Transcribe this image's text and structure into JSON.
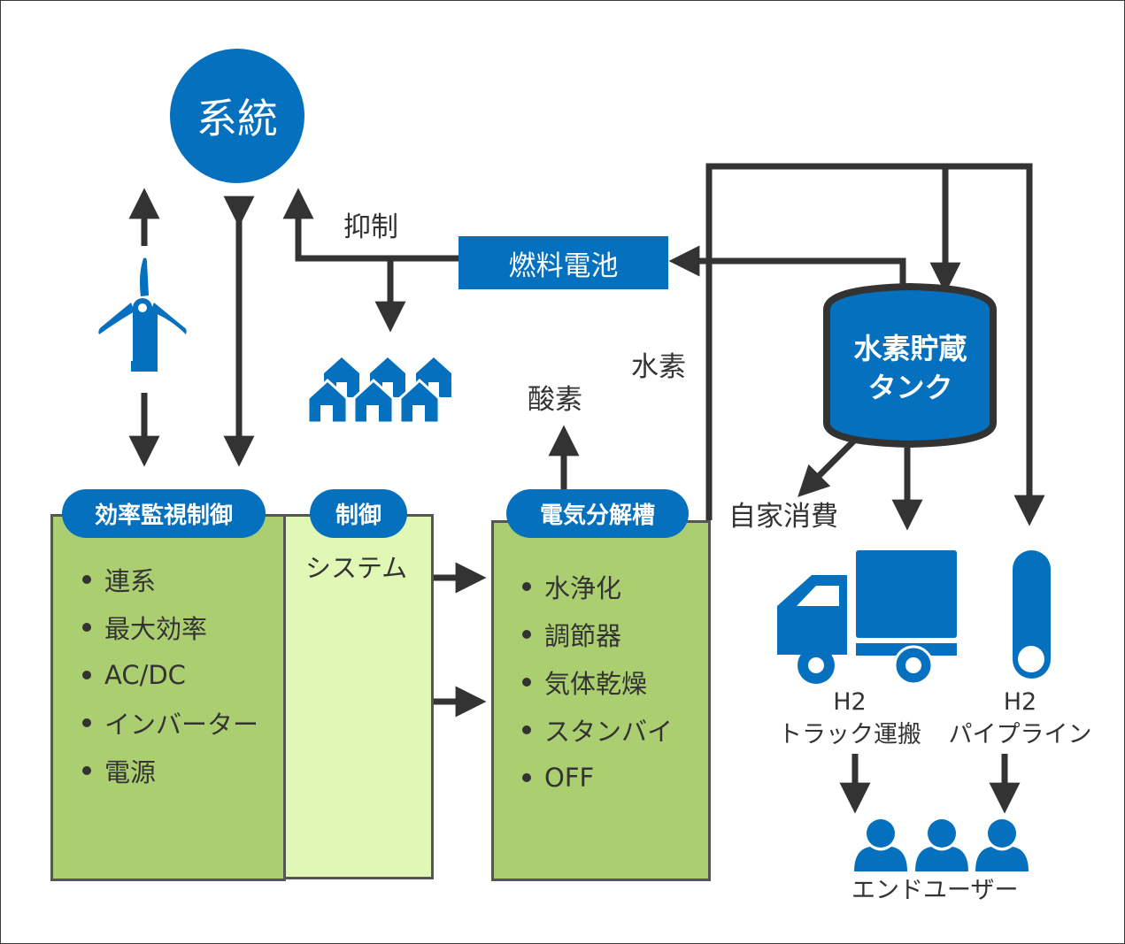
{
  "colors": {
    "accent_blue": "#0570be",
    "wire": "#333333",
    "panel_green": "#abcf70",
    "panel_light_green": "#e1f7b5",
    "text": "#333333"
  },
  "nodes": {
    "grid": {
      "label": "系統",
      "icon": "circle"
    },
    "curtailment": {
      "label": "抑制"
    },
    "fuel_cell": {
      "label": "燃料電池"
    },
    "hydrogen_flow": {
      "label": "水素"
    },
    "oxygen": {
      "label": "酸素"
    },
    "storage_tank": {
      "label_line1": "水素貯蔵",
      "label_line2": "タンク",
      "icon": "tank-icon"
    },
    "self_consumption": {
      "label": "自家消費"
    },
    "truck": {
      "label_line1": "H2",
      "label_line2": "トラック運搬",
      "icon": "truck-icon"
    },
    "pipeline": {
      "label_line1": "H2",
      "label_line2": "パイプライン",
      "icon": "pipeline-icon"
    },
    "end_users": {
      "label": "エンドユーザー",
      "icon": "users-icon"
    },
    "wind_turbine": {
      "icon": "wind-turbine-icon"
    },
    "houses": {
      "icon": "houses-icon"
    }
  },
  "panels": {
    "efficiency": {
      "title": "効率監視制御",
      "items": [
        "連系",
        "最大効率",
        "AC/DC",
        "インバーター",
        "電源"
      ]
    },
    "control": {
      "title": "制御",
      "body": "システム"
    },
    "electrolyzer": {
      "title": "電気分解槽",
      "items": [
        "水浄化",
        "調節器",
        "気体乾燥",
        "スタンバイ",
        "OFF"
      ]
    }
  }
}
